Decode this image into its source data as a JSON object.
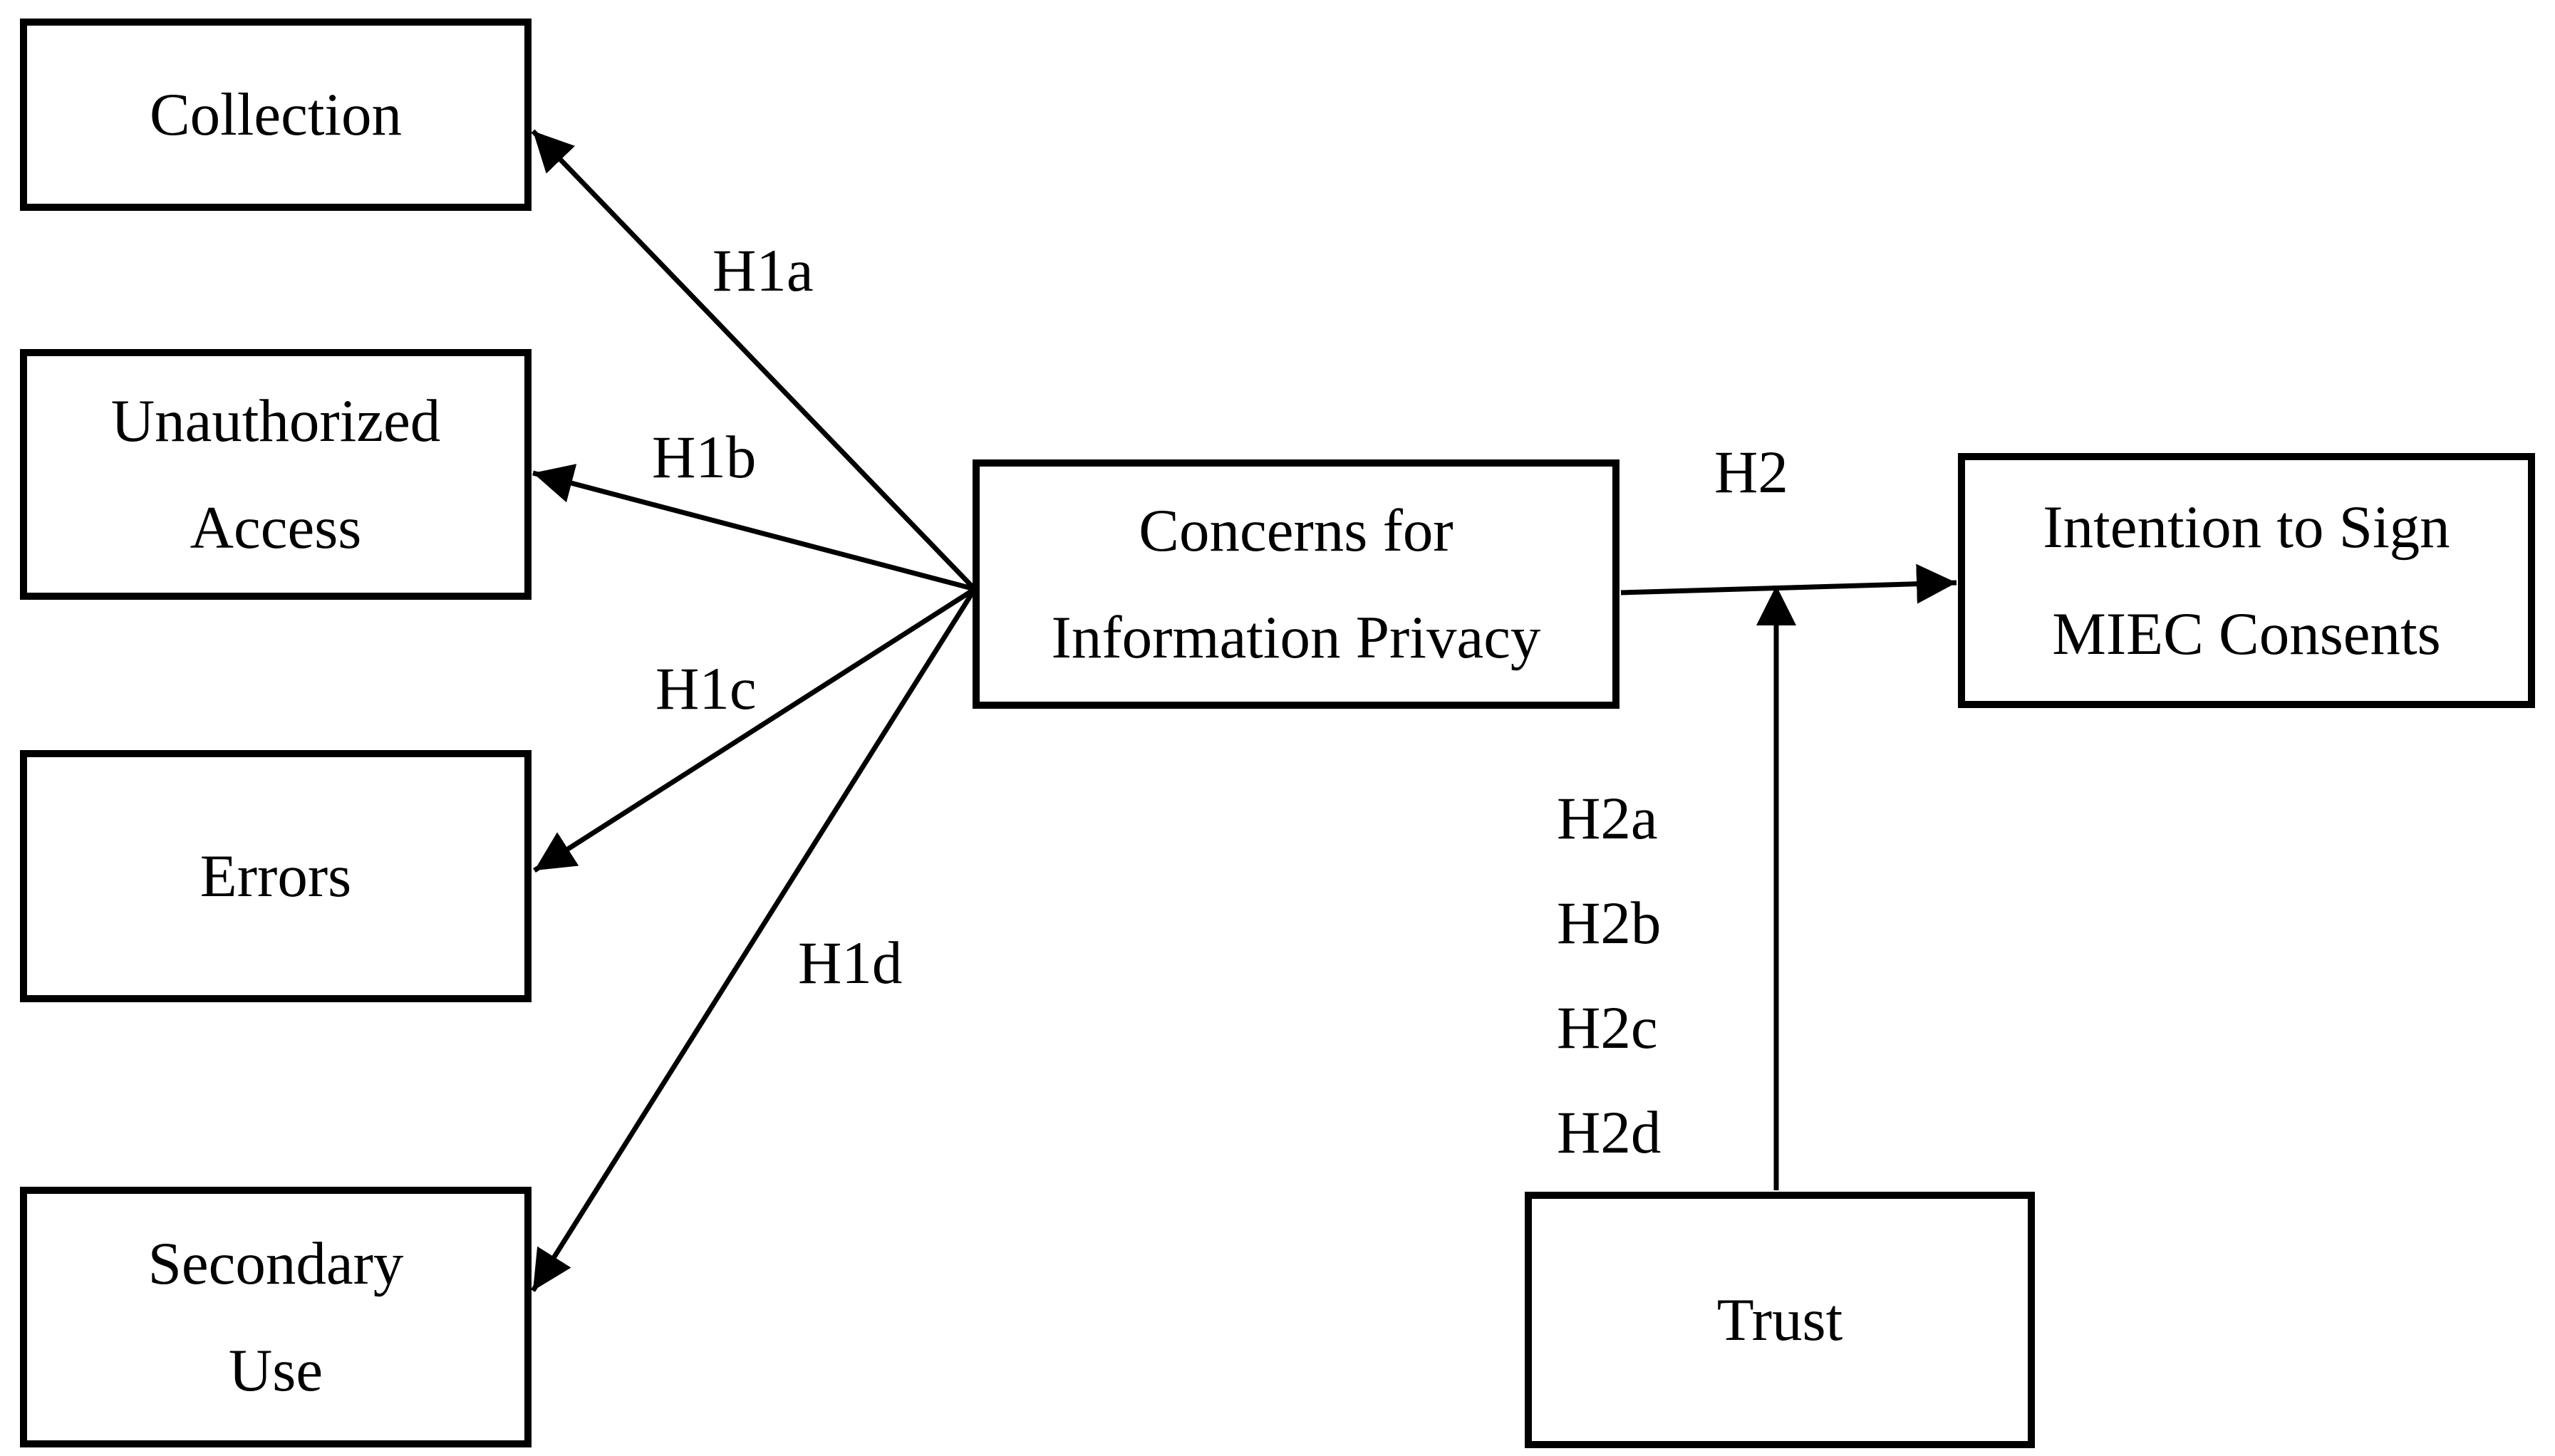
{
  "figure": {
    "kind": "research-model-path-diagram",
    "background_color": "#ffffff",
    "line_color": "#000000",
    "text_color": "#000000",
    "nodes": {
      "collection": {
        "label": "Collection",
        "lines": [
          "Collection"
        ]
      },
      "unauthorized_access": {
        "label": "Unauthorized Access",
        "lines": [
          "Unauthorized",
          "Access"
        ]
      },
      "errors": {
        "label": "Errors",
        "lines": [
          "Errors"
        ]
      },
      "secondary_use": {
        "label": "Secondary Use",
        "lines": [
          "Secondary",
          "Use"
        ]
      },
      "concerns": {
        "label": "Concerns for Information Privacy",
        "lines": [
          "Concerns for",
          "Information Privacy"
        ]
      },
      "intention": {
        "label": "Intention to Sign MIEC Consents",
        "lines": [
          "Intention to Sign",
          "MIEC Consents"
        ]
      },
      "trust": {
        "label": "Trust",
        "lines": [
          "Trust"
        ]
      }
    },
    "paths": {
      "h1a": {
        "label": "H1a",
        "from": "concerns",
        "to": "collection"
      },
      "h1b": {
        "label": "H1b",
        "from": "concerns",
        "to": "unauthorized_access"
      },
      "h1c": {
        "label": "H1c",
        "from": "concerns",
        "to": "errors"
      },
      "h1d": {
        "label": "H1d",
        "from": "concerns",
        "to": "secondary_use"
      },
      "h2": {
        "label": "H2",
        "from": "concerns",
        "to": "intention"
      },
      "moderation": {
        "from": "trust",
        "to": "h2-path"
      }
    },
    "moderation_labels": {
      "lines": [
        "H2a",
        "H2b",
        "H2c",
        "H2d"
      ]
    }
  }
}
